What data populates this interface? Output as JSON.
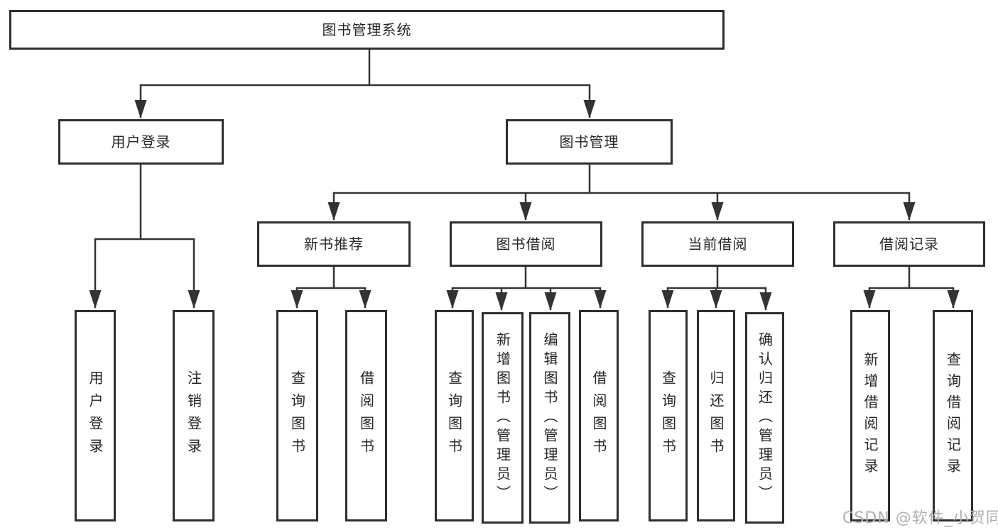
{
  "nodes": {
    "root": "图书管理系统",
    "userLogin": "用户登录",
    "bookMgmt": "图书管理",
    "loginChild1": "用户登录",
    "loginChild2": "注销登录",
    "newBooks": "新书推荐",
    "bookBorrow": "图书借阅",
    "currentBorrow": "当前借阅",
    "borrowRecords": "借阅记录",
    "nbQuery": "查询图书",
    "nbBorrow": "借阅图书",
    "bbQuery": "查询图书",
    "bbAdd": "新增图书（管理员）",
    "bbEdit": "编辑图书（管理员）",
    "bbBorrow": "借阅图书",
    "cbQuery": "查询图书",
    "cbReturn": "归还图书",
    "cbConfirm": "确认归还（管理员）",
    "brAdd": "新增借阅记录",
    "brQuery": "查询借阅记录"
  },
  "watermark": "CSDN @软件_小贺同学",
  "colors": {
    "line": "#333333",
    "box_border": "#2e2e2e",
    "text": "#262626",
    "watermark": "#b0b0b0",
    "background": "#ffffff"
  }
}
